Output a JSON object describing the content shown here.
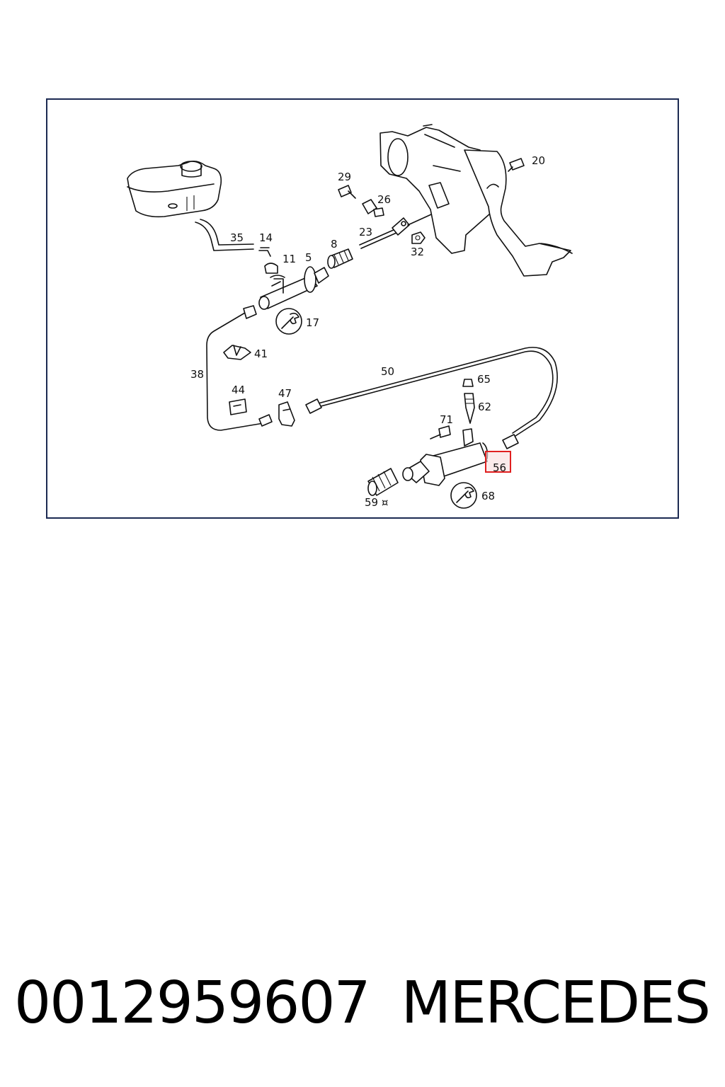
{
  "diagram": {
    "highlight_color": "#e02020",
    "frame_color": "#1c2a52",
    "labels": {
      "l20": "20",
      "l29": "29",
      "l26": "26",
      "l35": "35",
      "l14": "14",
      "l11": "11",
      "l5": "5",
      "l8": "8",
      "l23": "23",
      "l32": "32",
      "l17": "17",
      "l41": "41",
      "l38": "38",
      "l50": "50",
      "l65": "65",
      "l62": "62",
      "l44": "44",
      "l47": "47",
      "l71": "71",
      "l56": "56",
      "l68": "68",
      "l59": "59 ¤"
    }
  },
  "footer": {
    "part_number": "0012959607",
    "brand": "MERCEDES"
  }
}
